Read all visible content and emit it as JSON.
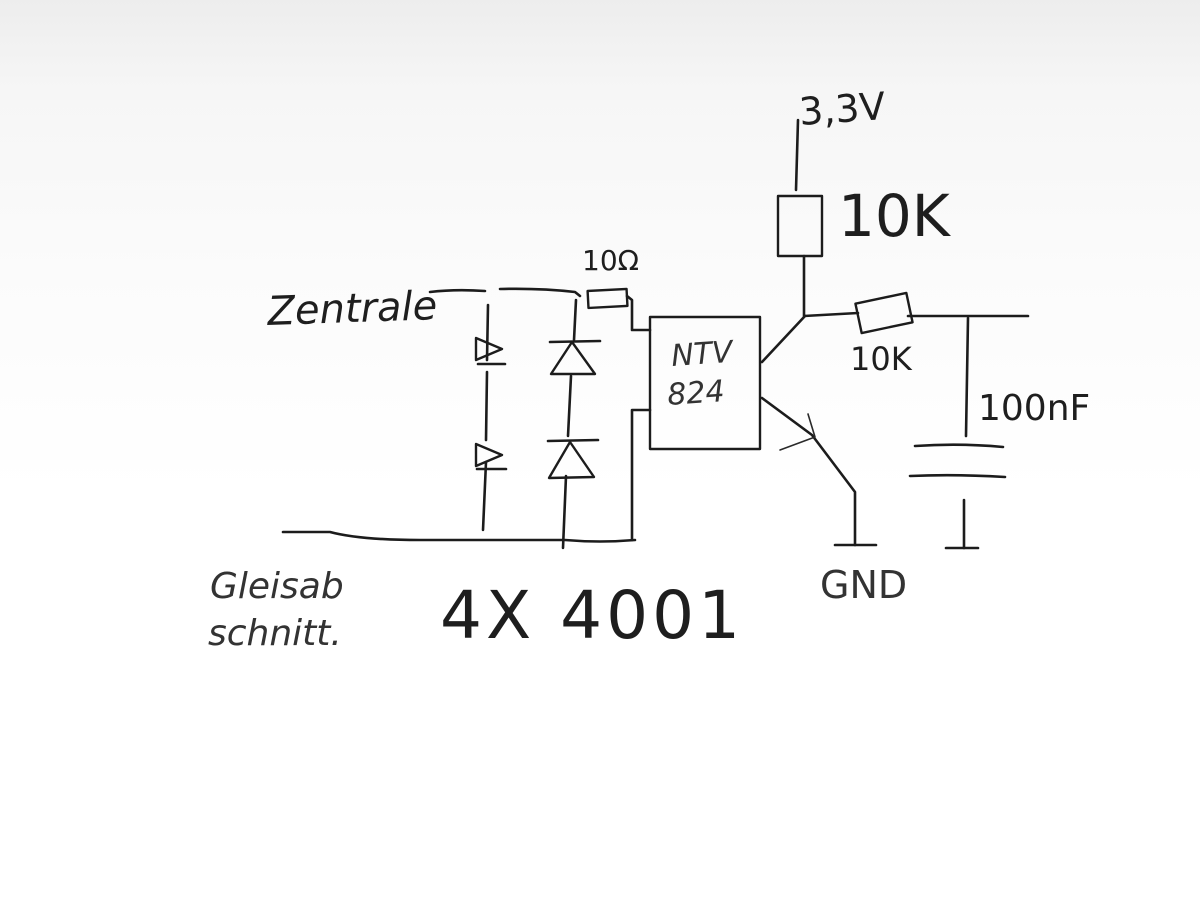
{
  "labels": {
    "input_top": "Zentrale",
    "input_bottom_line1": "Gleisab",
    "input_bottom_line2": "schnitt.",
    "series_resistor": "10Ω",
    "optocoupler_line1": "NTV",
    "optocoupler_line2": "824",
    "supply": "3,3V",
    "pullup_resistor": "10K",
    "output_resistor": "10K",
    "capacitor": "100nF",
    "ground": "GND",
    "diodes": "4X 4001"
  },
  "colors": {
    "ink": "#1c1c1c",
    "paper": "#ffffff"
  }
}
